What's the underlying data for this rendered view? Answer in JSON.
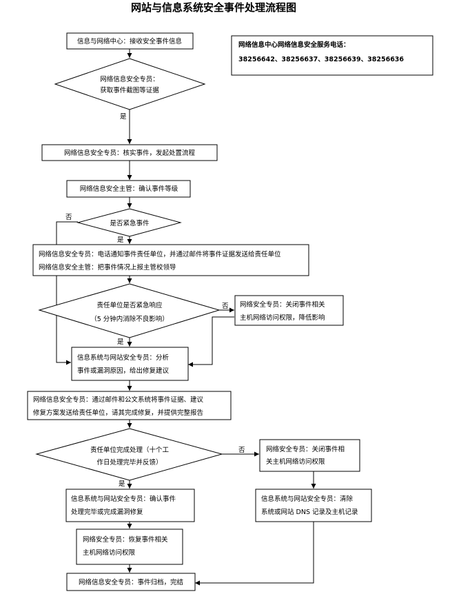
{
  "title": "网站与信息系统安全事件处理流程图",
  "info_box": {
    "label": "网络信息中心网络信息安全服务电话：",
    "phones": "38256642、38256637、38256639、38256636"
  },
  "nodes": {
    "receive": "信息与网络中心：接收安全事件信息",
    "obtain_line1": "网络信息安全专员：",
    "obtain_line2": "获取事件截图等证据",
    "verify": "网络信息安全专员：核实事件，发起处置流程",
    "confirm_level": "网络信息安全主管：确认事件等级",
    "is_emergency": "是否紧急事件",
    "notify_line1": "网络信息安全专员：电话通知事件责任单位，并通过邮件将事件证据发送给责任单位",
    "notify_line2": "网络信息安全主管：把事件情况上报主管校领导",
    "respond_line1": "责任单位是否紧急响应",
    "respond_line2": "（5 分钟内消除不良影响）",
    "close_access1_line1": "网络安全专员：关闭事件相关",
    "close_access1_line2": "主机网络访问权限，降低影响",
    "analyze_line1": "信息系统与网站安全专员：分析",
    "analyze_line2": "事件或漏洞原因，给出修复建议",
    "send_fix_line1": "网络信息安全专员：通过邮件和公文系统将事件证据、建议",
    "send_fix_line2": "修复方案发送给责任单位，请其完成修复，并提供完整报告",
    "complete_line1": "责任单位完成处理（十个工",
    "complete_line2": "作日处理完毕并反馈）",
    "close_access2_line1": "网络安全专员：关闭事件相",
    "close_access2_line2": "关主机网络访问权限",
    "confirm_fix_line1": "信息系统与网站安全专员：确认事件",
    "confirm_fix_line2": "处理完毕或完成漏洞修复",
    "clear_dns_line1": "信息系统与网站安全专员：清除",
    "clear_dns_line2": "系统或网站 DNS 记录及主机记录",
    "restore_line1": "网络安全专员：恢复事件相关",
    "restore_line2": "主机网络访问权限",
    "archive": "网络信息安全专员：事件归档，完结"
  },
  "edge_labels": {
    "yes": "是",
    "no": "否"
  }
}
